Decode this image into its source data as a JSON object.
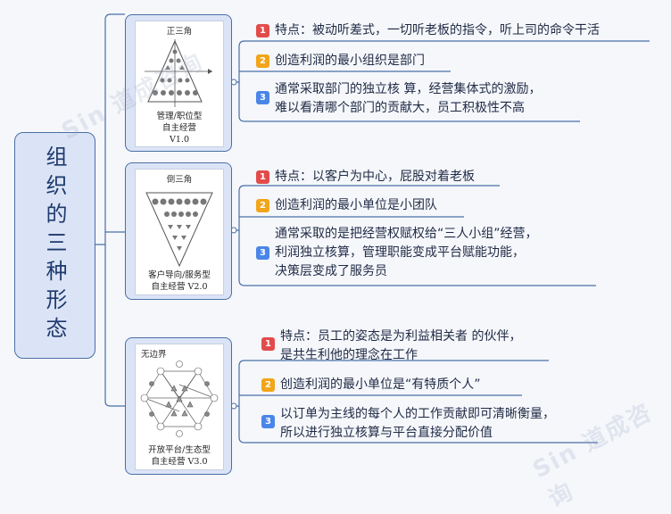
{
  "root": {
    "title": "组织的三种形态"
  },
  "models": [
    {
      "diagram_title": "正三角",
      "caption": "管理/职位型\n自主经营\nV1.0",
      "items": [
        {
          "num": "1",
          "text": "特点：被动听差式，一切听老板的指令，听上司的命令干活"
        },
        {
          "num": "2",
          "text": "创造利润的最小组织是部门"
        },
        {
          "num": "3",
          "text": "通常采取部门的独立核 算，经营集体式的激励，\n难以看清哪个部门的贡献大，员工积极性不高"
        }
      ]
    },
    {
      "diagram_title": "倒三角",
      "caption": "客户导向/服务型\n自主经营 V2.0",
      "items": [
        {
          "num": "1",
          "text": "特点：以客户为中心，屁股对着老板"
        },
        {
          "num": "2",
          "text": "创造利润的最小单位是小团队"
        },
        {
          "num": "3",
          "text": "通常采取的是把经营权赋权给“三人小组”经营，\n利润独立核算，管理职能变成平台赋能功能，\n决策层变成了服务员"
        }
      ]
    },
    {
      "diagram_title": "无边界",
      "caption": "开放平台/生态型\n自主经营 V3.0",
      "items": [
        {
          "num": "1",
          "text": "特点：员工的姿态是为利益相关者 的伙伴，\n是共生利他的理念在工作"
        },
        {
          "num": "2",
          "text": "创造利润的最小单位是“有特质个人”"
        },
        {
          "num": "3",
          "text": "以订单为主线的每个人的工作贡献即可清晰衡量，\n所以进行独立核算与平台直接分配价值"
        }
      ]
    }
  ],
  "watermark": {
    "brand": "Sin",
    "name": "道成咨询"
  },
  "colors": {
    "line": "#4a6fa5",
    "node_fill": "#dbe4f6",
    "badge_1": "#e34b4b",
    "badge_2": "#f2a51a",
    "badge_3": "#4a86e8"
  }
}
